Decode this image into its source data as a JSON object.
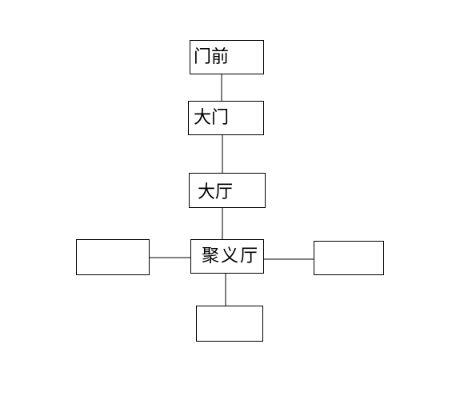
{
  "diagram": {
    "nodes": {
      "menqian": "门前",
      "damen": "大门",
      "dating": "大厅",
      "juyiting": "聚义厅",
      "left": "",
      "right": "",
      "bottom": ""
    },
    "edges": [
      [
        "menqian",
        "damen"
      ],
      [
        "damen",
        "dating"
      ],
      [
        "dating",
        "juyiting"
      ],
      [
        "juyiting",
        "left"
      ],
      [
        "juyiting",
        "right"
      ],
      [
        "juyiting",
        "bottom"
      ]
    ]
  }
}
